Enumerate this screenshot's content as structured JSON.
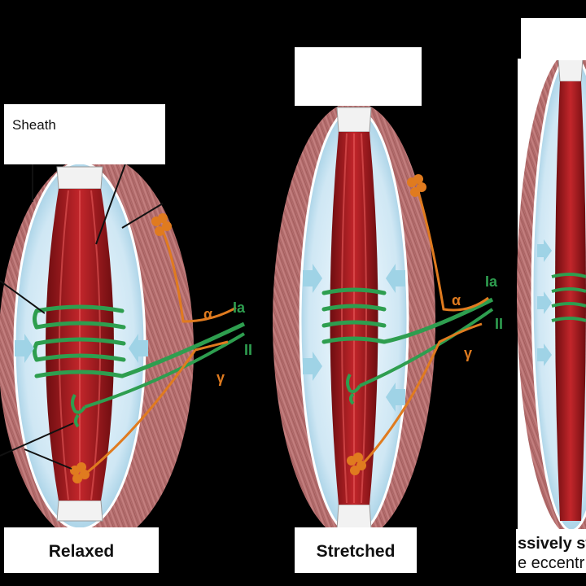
{
  "labels": {
    "sheath": "Sheath",
    "alpha": "α",
    "ia": "Ia",
    "ii": "II",
    "gamma": "γ"
  },
  "captions": {
    "relaxed": "Relaxed",
    "stretched": "Stretched",
    "third_line1": "ssively st",
    "third_line2": "e eccentr"
  },
  "colors": {
    "background": "#000000",
    "muscle_outer": "#b86e6e",
    "sheath_fill": "#d6ecf7",
    "fiber_red": "#a4161a",
    "tendon": "#f0f0f0",
    "green_nerve": "#2e9e4f",
    "orange_nerve": "#e07b1f",
    "arrow_blue": "#9fd3e6",
    "label_box": "#ffffff",
    "greek_orange": "#e07b1f",
    "greek_green": "#2e9e4f"
  },
  "icons": {
    "arrow": "compression-arrow-icon",
    "coil": "annulospiral-coil-icon",
    "ending": "golgi-ending-icon"
  }
}
